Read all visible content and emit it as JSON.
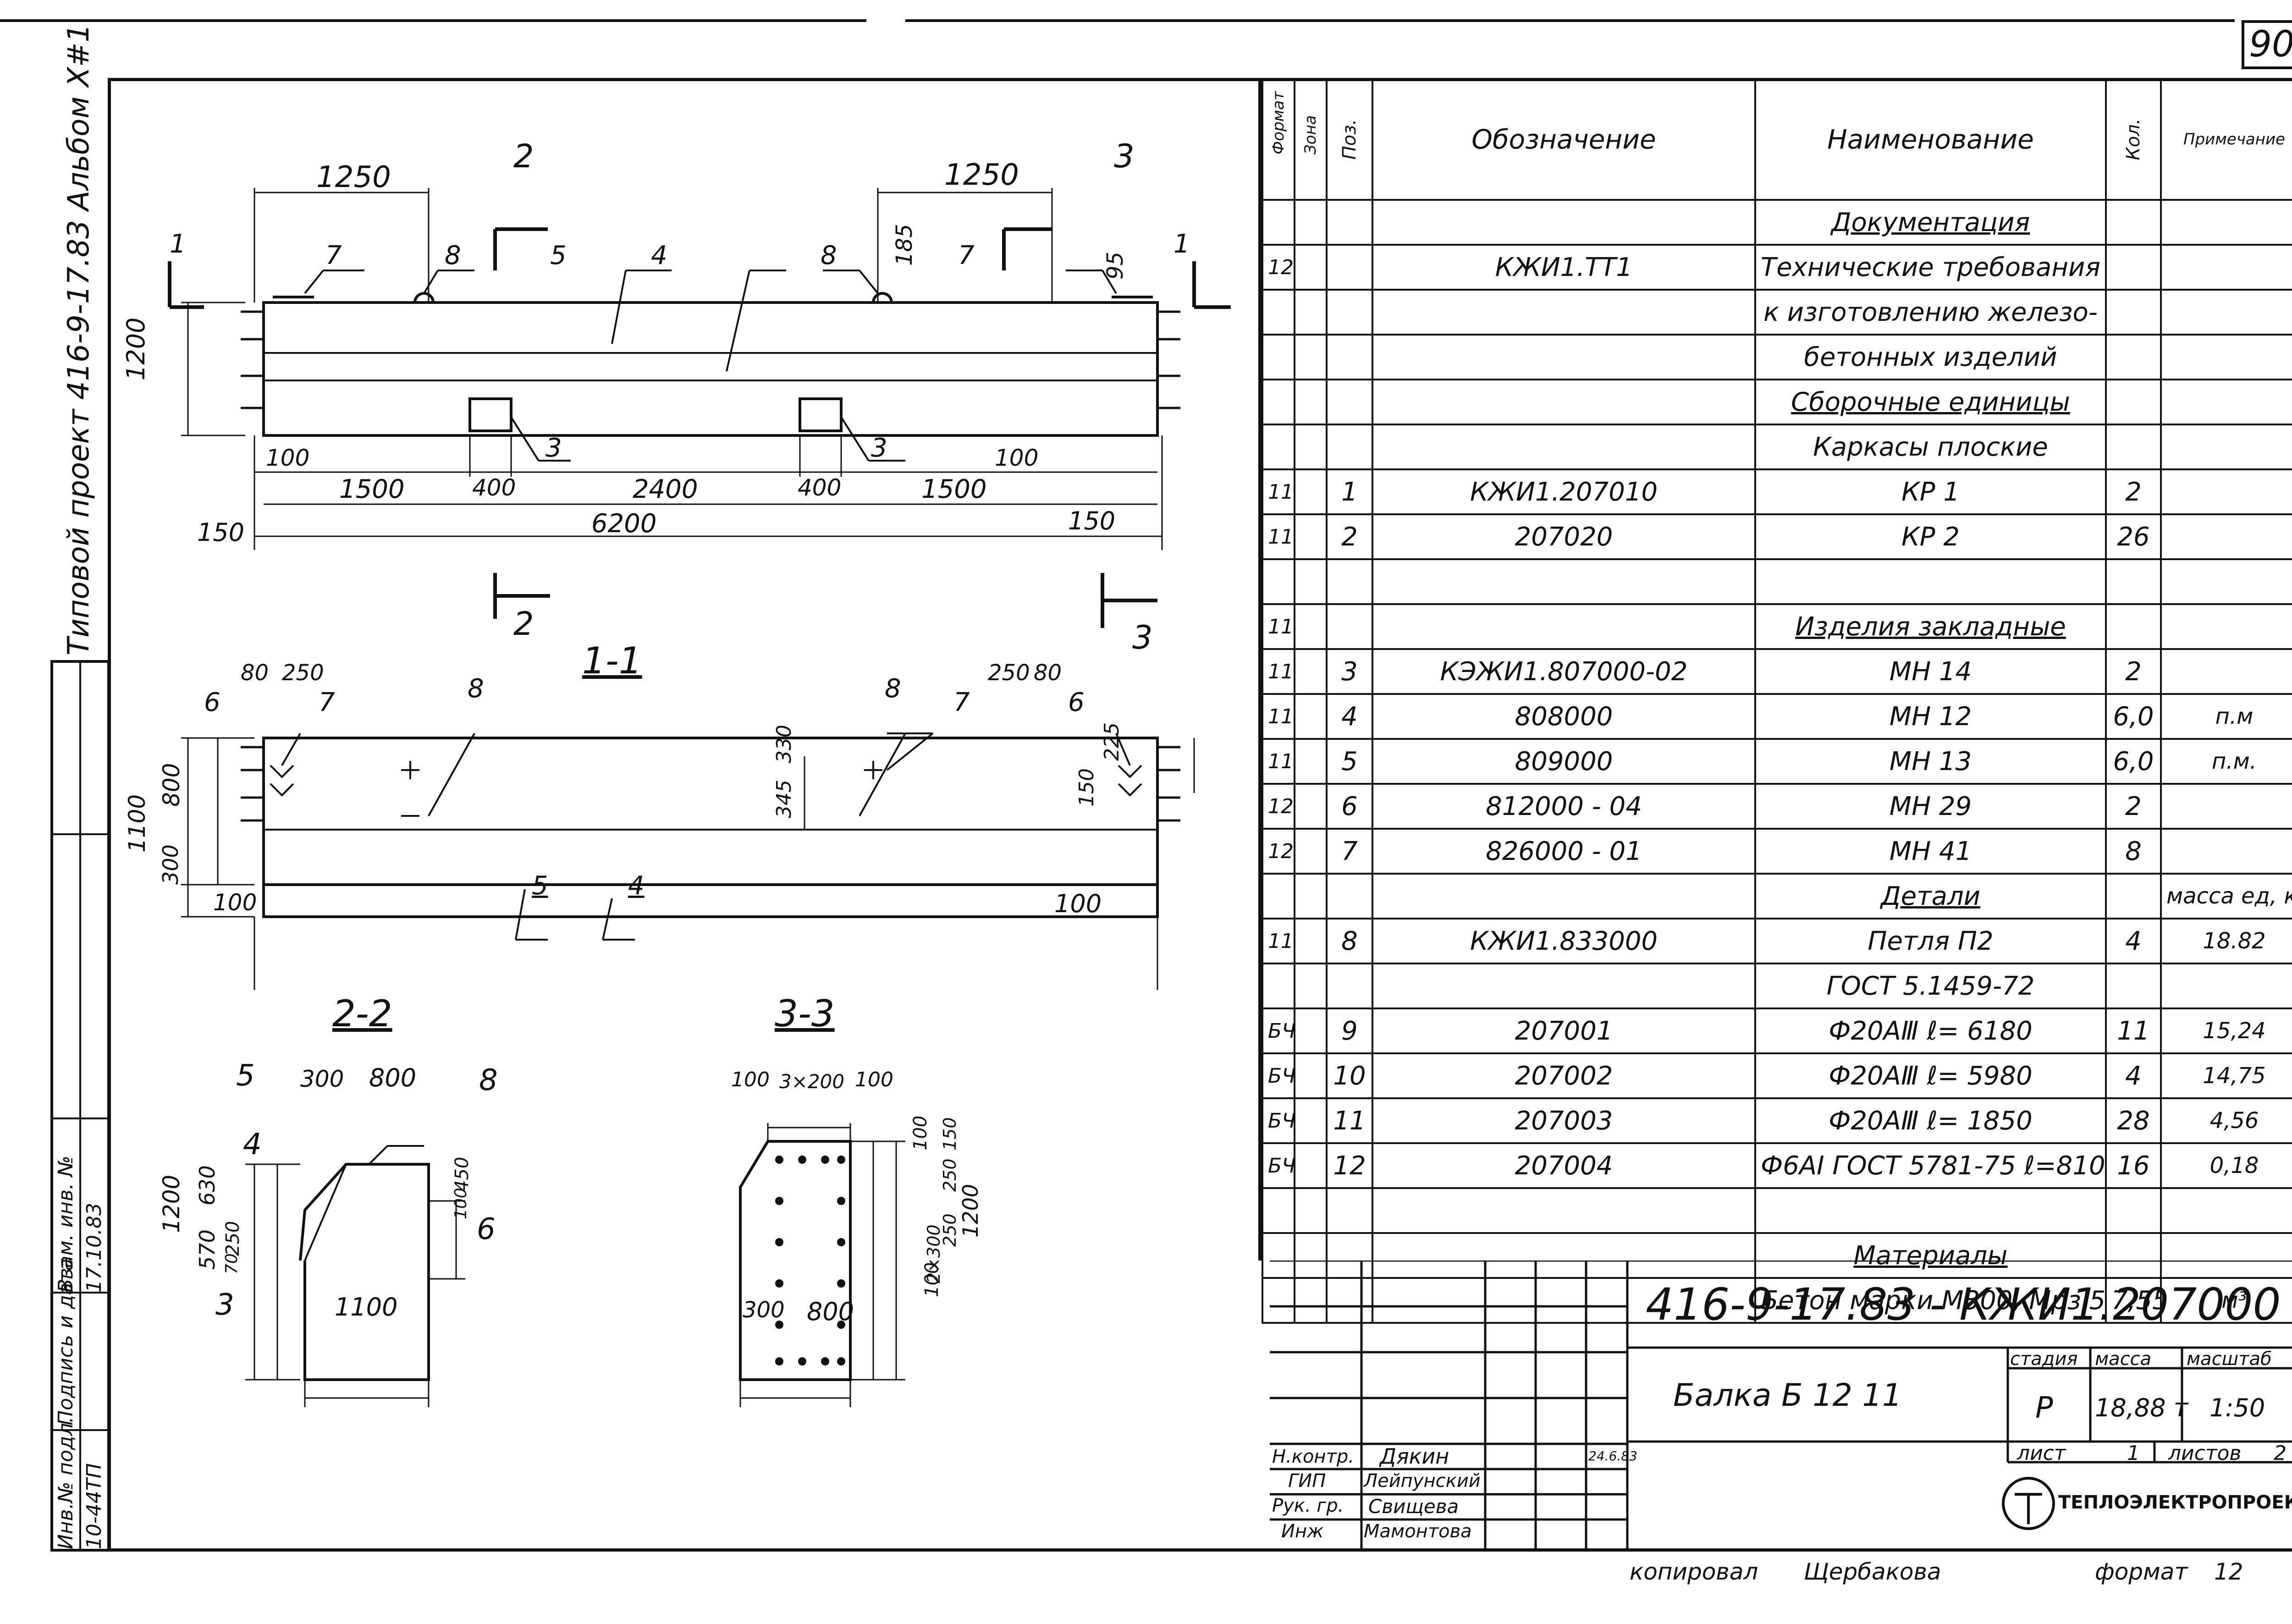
{
  "sheet": {
    "page_number": "90",
    "side_title": "Типовой проект 416-9-17.83 Альбом X#1",
    "side_stamp": [
      "Инв.№ подл.",
      "Подпись и дата",
      "Взам. инв. №",
      "10-44ТП",
      "17.10.83"
    ]
  },
  "drawing": {
    "labels": {
      "dim_1250_left": "1250",
      "dim_1250_right": "1250",
      "dim_1200": "1200",
      "dim_185": "185",
      "dim_95": "95",
      "dim_100a": "100",
      "dim_1500a": "1500",
      "dim_400a": "400",
      "dim_2400": "2400",
      "dim_400b": "400",
      "dim_1500b": "1500",
      "dim_100b": "100",
      "dim_6200": "6200",
      "dim_150a": "150",
      "dim_150b": "150",
      "pos_7a": "7",
      "pos_8a": "8",
      "pos_5a": "5",
      "pos_4a": "4",
      "pos_8b": "8",
      "pos_7b": "7",
      "pos_3a": "3",
      "pos_3b": "3",
      "cut_1": "1",
      "cut_2": "2",
      "cut_3": "3",
      "section_1_1": "1-1",
      "s11_80a": "80",
      "s11_250a": "250",
      "s11_6a": "6",
      "s11_7a": "7",
      "s11_8a": "8",
      "s11_8b": "8",
      "s11_7b": "7",
      "s11_250b": "250",
      "s11_80b": "80",
      "s11_6b": "6",
      "s11_800": "800",
      "s11_1100": "1100",
      "s11_300": "300",
      "s11_345": "345",
      "s11_330": "330",
      "s11_150": "150",
      "s11_225": "225",
      "s11_5": "5",
      "s11_4": "4",
      "s11_100a": "100",
      "s11_100b": "100",
      "section_2_2": "2-2",
      "s22_5": "5",
      "s22_300": "300",
      "s22_800": "800",
      "s22_8": "8",
      "s22_4": "4",
      "s22_1200": "1200",
      "s22_630": "630",
      "s22_570": "570",
      "s22_250": "250",
      "s22_70": "70",
      "s22_450": "450",
      "s22_100": "100",
      "s22_6": "6",
      "s22_3": "3",
      "s22_1100": "1100",
      "section_3_3": "3-3",
      "s33_100a": "100",
      "s33_3x200": "3×200",
      "s33_100b": "100",
      "s33_100c": "100",
      "s33_250a": "250",
      "s33_150": "150",
      "s33_2x300": "2×300",
      "s33_250b": "250",
      "s33_1200": "1200",
      "s33_100d": "100",
      "s33_300": "300",
      "s33_800": "800"
    }
  },
  "spec": {
    "headers": [
      "Формат",
      "Зона",
      "Поз.",
      "Обозначение",
      "Наименование",
      "Кол.",
      "Примечание"
    ],
    "rows": [
      [
        "",
        "",
        "",
        "",
        "Документация",
        "",
        ""
      ],
      [
        "12",
        "",
        "",
        "КЖИ1.ТТ1",
        "Технические требования",
        "",
        ""
      ],
      [
        "",
        "",
        "",
        "",
        "к изготовлению железо-",
        "",
        ""
      ],
      [
        "",
        "",
        "",
        "",
        "бетонных изделий",
        "",
        ""
      ],
      [
        "",
        "",
        "",
        "",
        "Сборочные единицы",
        "",
        ""
      ],
      [
        "",
        "",
        "",
        "",
        "Каркасы плоские",
        "",
        ""
      ],
      [
        "11",
        "",
        "1",
        "КЖИ1.207010",
        "КР 1",
        "2",
        ""
      ],
      [
        "11",
        "",
        "2",
        "207020",
        "КР 2",
        "26",
        ""
      ],
      [
        "",
        "",
        "",
        "",
        "",
        "",
        ""
      ],
      [
        "11",
        "",
        "",
        "",
        "Изделия закладные",
        "",
        ""
      ],
      [
        "11",
        "",
        "3",
        "КЭЖИ1.807000-02",
        "МН 14",
        "2",
        ""
      ],
      [
        "11",
        "",
        "4",
        "808000",
        "МН 12",
        "6,0",
        "п.м"
      ],
      [
        "11",
        "",
        "5",
        "809000",
        "МН 13",
        "6,0",
        "п.м."
      ],
      [
        "12",
        "",
        "6",
        "812000 - 04",
        "МН 29",
        "2",
        ""
      ],
      [
        "12",
        "",
        "7",
        "826000 - 01",
        "МН 41",
        "8",
        ""
      ],
      [
        "",
        "",
        "",
        "",
        "Детали",
        "",
        "масса ед, кг"
      ],
      [
        "11",
        "",
        "8",
        "КЖИ1.833000",
        "Петля П2",
        "4",
        "18.82"
      ],
      [
        "",
        "",
        "",
        "",
        "ГОСТ 5.1459-72",
        "",
        ""
      ],
      [
        "БЧ",
        "",
        "9",
        "207001",
        "Ф20АⅢ ℓ= 6180",
        "11",
        "15,24"
      ],
      [
        "БЧ",
        "",
        "10",
        "207002",
        "Ф20АⅢ ℓ= 5980",
        "4",
        "14,75"
      ],
      [
        "БЧ",
        "",
        "11",
        "207003",
        "Ф20АⅢ ℓ= 1850",
        "28",
        "4,56"
      ],
      [
        "БЧ",
        "",
        "12",
        "207004",
        "Ф6АI ГОСТ 5781-75 ℓ=810",
        "16",
        "0,18"
      ],
      [
        "",
        "",
        "",
        "",
        "",
        "",
        ""
      ],
      [
        "",
        "",
        "",
        "",
        "Материалы",
        "",
        ""
      ],
      [
        "",
        "",
        "",
        "",
        "Бетон марки М300, Мрз 50",
        "7,55",
        "м³"
      ]
    ]
  },
  "stamp": {
    "code": "416-9-17.83 - КЖИ1.207000",
    "title": "Балка Б 12 11",
    "stage_label": "стадия",
    "mass_label": "масса",
    "scale_label": "масштаб",
    "stage": "Р",
    "mass": "18,88 т",
    "scale": "1:50",
    "sheet_label": "лист",
    "sheet": "1",
    "sheets_label": "листов",
    "sheets": "2",
    "org": "ТЕПЛОЭЛЕКТРОПРОЕКТ",
    "roles": [
      {
        "role": "Н.контр.",
        "name": "Дякин",
        "date": "24.6.83"
      },
      {
        "role": "ГИП",
        "name": "Лейпунский",
        "date": ""
      },
      {
        "role": "Рук. гр.",
        "name": "Свищева",
        "date": ""
      },
      {
        "role": "Инж",
        "name": "Мамонтова",
        "date": ""
      }
    ],
    "copied_label": "копировал",
    "copied_by": "Щербакова",
    "format_label": "формат",
    "format": "12"
  }
}
